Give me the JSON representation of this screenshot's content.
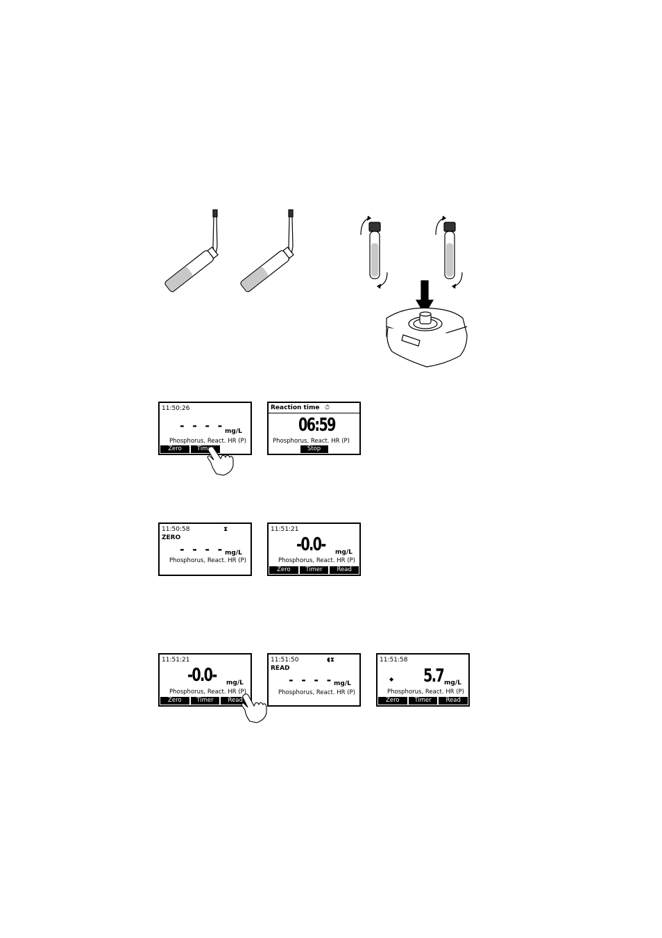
{
  "step1": {
    "screen_a": {
      "time": "11:50:26",
      "dashes": "- - - -",
      "unit": "mg/L",
      "parameter": "Phosphorus, React. HR (P)",
      "buttons": [
        "Zero",
        "Timer"
      ]
    },
    "screen_b": {
      "title": "Reaction time",
      "timer": "06:59",
      "parameter": "Phosphorus, React. HR (P)",
      "button": "Stop"
    }
  },
  "step2": {
    "screen_a": {
      "time": "11:50:58",
      "status": "ZERO",
      "dashes": "- - - -",
      "unit": "mg/L",
      "parameter": "Phosphorus, React. HR (P)"
    },
    "screen_b": {
      "time": "11:51:21",
      "value": "-0.0-",
      "unit": "mg/L",
      "parameter": "Phosphorus, React. HR (P)",
      "buttons": [
        "Zero",
        "Timer",
        "Read"
      ]
    }
  },
  "step3": {
    "screen_a": {
      "time": "11:51:21",
      "value": "-0.0-",
      "unit": "mg/L",
      "parameter": "Phosphorus, React. HR (P)",
      "buttons": [
        "Zero",
        "Timer",
        "Read"
      ]
    },
    "screen_b": {
      "time": "11:51:50",
      "status": "READ",
      "dashes": "- - - -",
      "unit": "mg/L",
      "parameter": "Phosphorus, React. HR (P)"
    },
    "screen_c": {
      "time": "11:51:58",
      "value": "5.7",
      "unit": "mg/L",
      "parameter": "Phosphorus, React. HR (P)",
      "buttons": [
        "Zero",
        "Timer",
        "Read"
      ]
    }
  }
}
